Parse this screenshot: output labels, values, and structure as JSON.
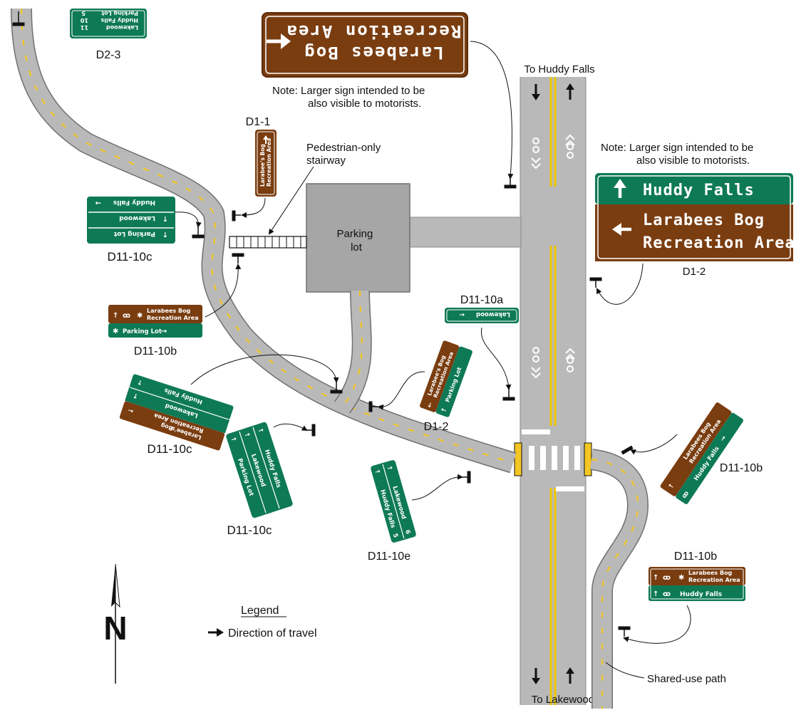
{
  "colors": {
    "road": "#b9b9b9",
    "road_edge": "#707070",
    "center_line": "#f0c800",
    "path_line": "#f3c623",
    "guide_green": "#0e7a55",
    "recreation_brown": "#7a3d10",
    "sign_text": "#ffffff",
    "ink": "#111111"
  },
  "roads": {
    "north_label": "To Huddy Falls",
    "south_label": "To Lakewood"
  },
  "facilities": {
    "parking_label": [
      "Parking",
      "lot"
    ],
    "stairway_label": [
      "Pedestrian-only",
      "stairway"
    ],
    "shared_path_label": "Shared-use path"
  },
  "notes": {
    "top": [
      "Note:  Larger sign intended to be",
      "also visible to motorists."
    ],
    "right": [
      "Note:  Larger sign intended to be",
      "also visible to motorists."
    ]
  },
  "signs": {
    "big_brown": {
      "lines": [
        "Larabees Bog",
        "Recreation Area"
      ],
      "arrow": "left-arrow-icon"
    },
    "d1_2_large": {
      "code": "D1-2",
      "row1": "Huddy Falls",
      "row2": [
        "Larabees Bog",
        "Recreation Area"
      ],
      "icons": [
        "up-arrow-icon",
        "left-arrow-icon"
      ]
    },
    "d2_3": {
      "code": "D2-3",
      "rows": [
        [
          "Lakewood",
          ""
        ],
        [
          "Huddy Falls",
          "10"
        ],
        [
          "Parking Lot",
          "5"
        ],
        [
          "",
          "11"
        ]
      ]
    },
    "d1_1": {
      "code": "D1-1",
      "lines": [
        "Larabee's Bog",
        "Recreation Area"
      ]
    },
    "d11_10c_left": {
      "code": "D11-10c",
      "rows": [
        "Parking Lot",
        "Lakewood",
        "Huddy Falls"
      ]
    },
    "d11_10b_left": {
      "code": "D11-10b",
      "rows": [
        [
          "Larabees Bog",
          "Recreation Area"
        ],
        [
          "Parking Lot"
        ]
      ]
    },
    "d11_10a": {
      "code": "D11-10a",
      "text": "Lakewood"
    },
    "d1_2_small": {
      "code": "D1-2",
      "rows": [
        [
          "Larabee's Bog",
          "Recreation Area"
        ],
        [
          "Parking Lot"
        ]
      ]
    },
    "d11_10c_rot": {
      "code": "D11-10c",
      "rows": [
        [
          "Larabee's",
          "Bog",
          "Recreation Area"
        ],
        [
          "Lakewood"
        ],
        [
          "Huddy Falls"
        ]
      ]
    },
    "d11_10c_mid": {
      "code": "D11-10c",
      "rows": [
        "Huddy Falls",
        "Lakewood",
        "Parking Lot"
      ]
    },
    "d11_10e": {
      "code": "D11-10e",
      "rows": [
        [
          "Lakewood",
          "6"
        ],
        [
          "Huddy Falls",
          "5"
        ]
      ]
    },
    "d11_10b_right_rot": {
      "code": "D11-10b",
      "rows": [
        [
          "Larabees Bog",
          "Recreation Area"
        ],
        [
          "Huddy Falls"
        ]
      ]
    },
    "d11_10b_right": {
      "code": "D11-10b",
      "rows": [
        [
          "Larabees Bog",
          "Recreation Area"
        ],
        [
          "Huddy Falls"
        ]
      ]
    }
  },
  "legend": {
    "title": "Legend",
    "item": "Direction of travel",
    "item_icon": "direction-arrow-icon"
  },
  "north_arrow": {
    "letter": "N",
    "icon": "north-arrow-icon"
  }
}
